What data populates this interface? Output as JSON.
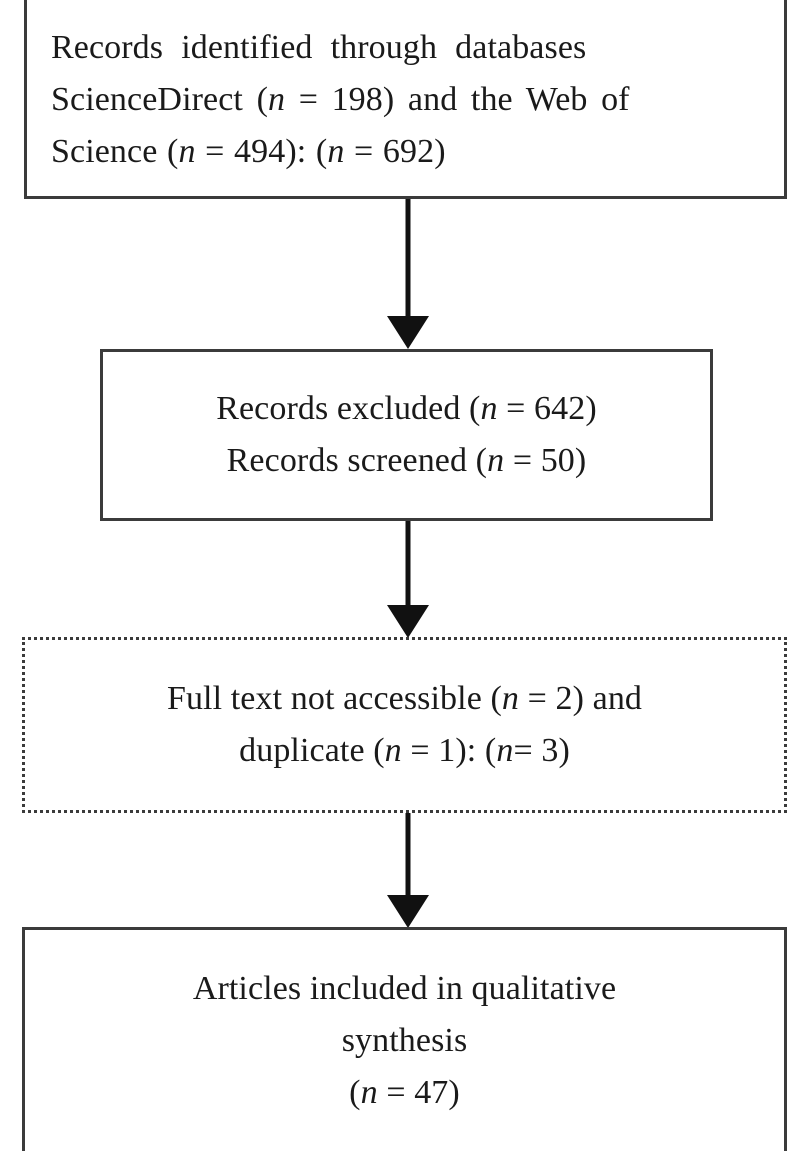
{
  "diagram": {
    "type": "prisma-flow-diagram",
    "orientation": "vertical",
    "colors": {
      "box_border": "#3b3b3b",
      "arrow": "#111111",
      "background": "#ffffff",
      "text": "#1a1a1a"
    },
    "boxes": [
      {
        "id": "identification",
        "border_style": "solid",
        "align": "justified",
        "lines": [
          {
            "parts": [
              {
                "text": "Records identified through databases",
                "style": "normal"
              }
            ]
          },
          {
            "parts": [
              {
                "text": "ScienceDirect (",
                "style": "normal"
              },
              {
                "text": "n",
                "style": "italic"
              },
              {
                "text": " = 198) and the Web of",
                "style": "normal"
              }
            ]
          },
          {
            "parts": [
              {
                "text": "Science (",
                "style": "normal"
              },
              {
                "text": "n",
                "style": "italic"
              },
              {
                "text": " = 494): (",
                "style": "normal"
              },
              {
                "text": "n",
                "style": "italic"
              },
              {
                "text": " = 692)",
                "style": "normal"
              }
            ]
          }
        ],
        "values": {
          "sciencedirect_n": 198,
          "web_of_science_n": 494,
          "total_n": 692
        }
      },
      {
        "id": "screening",
        "border_style": "solid",
        "align": "centered",
        "lines": [
          {
            "parts": [
              {
                "text": "Records excluded (",
                "style": "normal"
              },
              {
                "text": "n",
                "style": "italic"
              },
              {
                "text": " = 642)",
                "style": "normal"
              }
            ]
          },
          {
            "parts": [
              {
                "text": "Records screened (",
                "style": "normal"
              },
              {
                "text": "n",
                "style": "italic"
              },
              {
                "text": " = 50)",
                "style": "normal"
              }
            ]
          }
        ],
        "values": {
          "records_excluded_n": 642,
          "records_screened_n": 50
        }
      },
      {
        "id": "eligibility",
        "border_style": "dotted",
        "align": "centered",
        "lines": [
          {
            "parts": [
              {
                "text": "Full text not accessible (",
                "style": "normal"
              },
              {
                "text": "n",
                "style": "italic"
              },
              {
                "text": " = 2) and",
                "style": "normal"
              }
            ]
          },
          {
            "parts": [
              {
                "text": "duplicate (",
                "style": "normal"
              },
              {
                "text": "n",
                "style": "italic"
              },
              {
                "text": " = 1): (",
                "style": "normal"
              },
              {
                "text": "n",
                "style": "italic"
              },
              {
                "text": "= 3)",
                "style": "normal"
              }
            ]
          }
        ],
        "values": {
          "full_text_not_accessible_n": 2,
          "duplicate_n": 1,
          "total_n": 3
        }
      },
      {
        "id": "included",
        "border_style": "solid",
        "align": "centered",
        "lines": [
          {
            "parts": [
              {
                "text": "Articles included in qualitative",
                "style": "normal"
              }
            ]
          },
          {
            "parts": [
              {
                "text": "synthesis",
                "style": "normal"
              }
            ]
          },
          {
            "parts": [
              {
                "text": "(",
                "style": "normal"
              },
              {
                "text": "n",
                "style": "italic"
              },
              {
                "text": " = 47)",
                "style": "normal"
              }
            ]
          }
        ],
        "values": {
          "articles_included_n": 47
        }
      }
    ],
    "arrows": [
      {
        "id": "arrow-identification-to-screening",
        "direction": "down"
      },
      {
        "id": "arrow-screening-to-eligibility",
        "direction": "down"
      },
      {
        "id": "arrow-eligibility-to-included",
        "direction": "down"
      }
    ]
  }
}
